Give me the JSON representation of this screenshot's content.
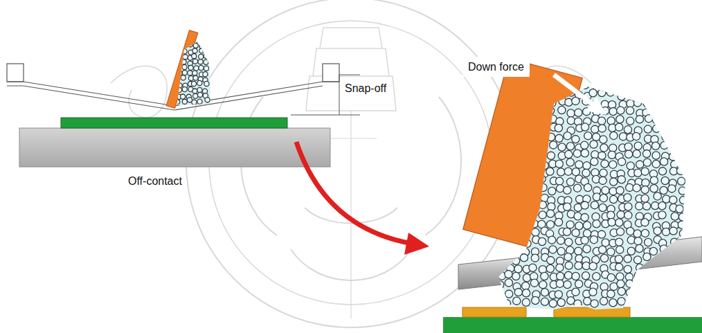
{
  "diagram": {
    "labels": [
      "Snap-off",
      "Off-contact",
      "Down force"
    ]
  }
}
